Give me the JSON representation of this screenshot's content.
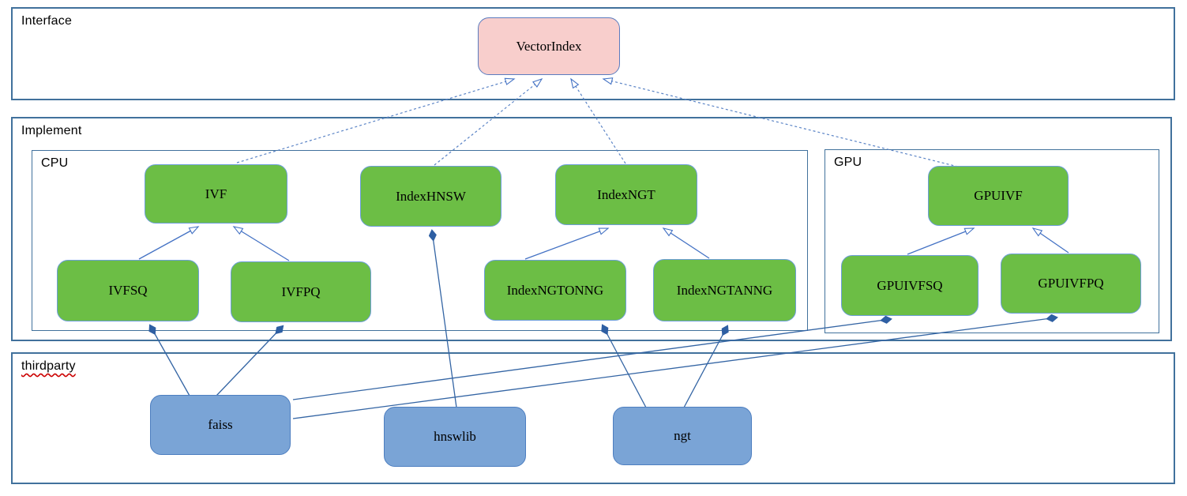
{
  "diagram": {
    "containers": {
      "interface": {
        "label": "Interface"
      },
      "implement": {
        "label": "Implement"
      },
      "cpu": {
        "label": "CPU"
      },
      "gpu": {
        "label": "GPU"
      },
      "thirdparty": {
        "label": "thirdparty"
      }
    },
    "nodes": {
      "vectorindex": {
        "label": "VectorIndex",
        "kind": "interface"
      },
      "ivf": {
        "label": "IVF",
        "kind": "cpu-class"
      },
      "indexhnsw": {
        "label": "IndexHNSW",
        "kind": "cpu-class"
      },
      "indexngt": {
        "label": "IndexNGT",
        "kind": "cpu-class"
      },
      "ivfsq": {
        "label": "IVFSQ",
        "kind": "cpu-class"
      },
      "ivfpq": {
        "label": "IVFPQ",
        "kind": "cpu-class"
      },
      "indexngtonng": {
        "label": "IndexNGTONNG",
        "kind": "cpu-class"
      },
      "indexngtanng": {
        "label": "IndexNGTANNG",
        "kind": "cpu-class"
      },
      "gpuivf": {
        "label": "GPUIVF",
        "kind": "gpu-class"
      },
      "gpuivfsq": {
        "label": "GPUIVFSQ",
        "kind": "gpu-class"
      },
      "gpuivfpq": {
        "label": "GPUIVFPQ",
        "kind": "gpu-class"
      },
      "faiss": {
        "label": "faiss",
        "kind": "thirdparty-lib"
      },
      "hnswlib": {
        "label": "hnswlib",
        "kind": "thirdparty-lib"
      },
      "ngt": {
        "label": "ngt",
        "kind": "thirdparty-lib"
      }
    },
    "edges": [
      {
        "from": "IVF",
        "to": "VectorIndex",
        "type": "realization"
      },
      {
        "from": "IndexHNSW",
        "to": "VectorIndex",
        "type": "realization"
      },
      {
        "from": "IndexNGT",
        "to": "VectorIndex",
        "type": "realization"
      },
      {
        "from": "GPUIVF",
        "to": "VectorIndex",
        "type": "realization"
      },
      {
        "from": "IVFSQ",
        "to": "IVF",
        "type": "generalization"
      },
      {
        "from": "IVFPQ",
        "to": "IVF",
        "type": "generalization"
      },
      {
        "from": "IndexNGTONNG",
        "to": "IndexNGT",
        "type": "generalization"
      },
      {
        "from": "IndexNGTANNG",
        "to": "IndexNGT",
        "type": "generalization"
      },
      {
        "from": "GPUIVFSQ",
        "to": "GPUIVF",
        "type": "generalization"
      },
      {
        "from": "GPUIVFPQ",
        "to": "GPUIVF",
        "type": "generalization"
      },
      {
        "from": "faiss",
        "to": "IVFSQ",
        "type": "composition"
      },
      {
        "from": "faiss",
        "to": "IVFPQ",
        "type": "composition"
      },
      {
        "from": "faiss",
        "to": "GPUIVFSQ",
        "type": "composition"
      },
      {
        "from": "faiss",
        "to": "GPUIVFPQ",
        "type": "composition"
      },
      {
        "from": "hnswlib",
        "to": "IndexHNSW",
        "type": "composition"
      },
      {
        "from": "ngt",
        "to": "IndexNGTONNG",
        "type": "composition"
      },
      {
        "from": "ngt",
        "to": "IndexNGTANNG",
        "type": "composition"
      }
    ],
    "colors": {
      "class_green": "#6cbe45",
      "interface_pink": "#f8cecc",
      "thirdparty_blue": "#7aa4d6",
      "container_border": "#41719c",
      "edge_blue": "#4472c4",
      "squiggle_red": "#cc0000"
    }
  }
}
